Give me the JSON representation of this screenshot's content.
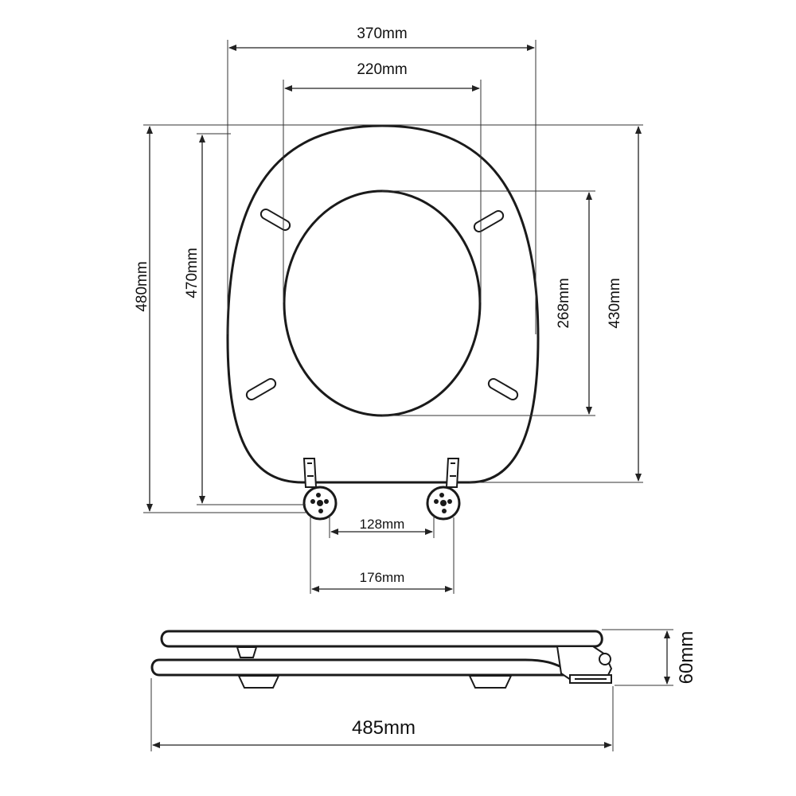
{
  "dimensions": {
    "outer_width": "370mm",
    "inner_width": "220mm",
    "overall_length": "480mm",
    "lid_length": "470mm",
    "opening_length": "268mm",
    "seat_length": "430mm",
    "hinge_inner_spacing": "128mm",
    "hinge_outer_spacing": "176mm",
    "side_height": "60mm",
    "side_length": "485mm"
  },
  "colors": {
    "line": "#1a1a1a",
    "background": "#ffffff"
  }
}
